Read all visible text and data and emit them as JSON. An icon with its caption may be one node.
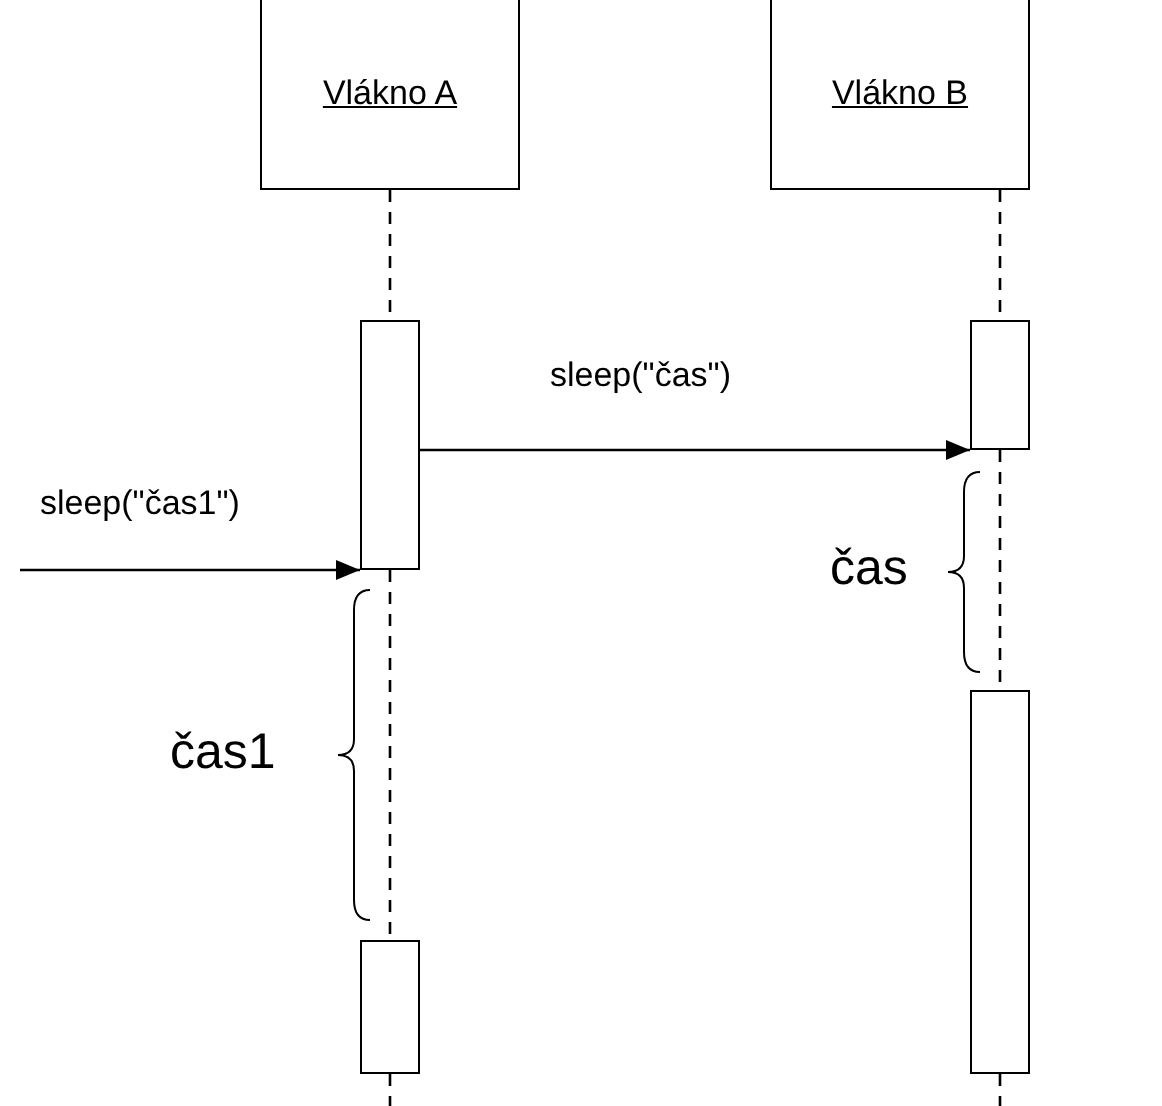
{
  "diagram": {
    "nodes": [
      {
        "text": [
          "Vlákno A"
        ]
      },
      {
        "text": [
          "Vlákno B"
        ]
      },
      {
        "text": [],
        "shape": "bar"
      },
      {
        "text": [],
        "shape": "bar"
      },
      {
        "text": [],
        "shape": "bar"
      },
      {
        "text": [],
        "shape": "bar"
      }
    ],
    "edges": [
      {
        "from": 0,
        "to": 2,
        "arrow": "none",
        "style": "dashed"
      },
      {
        "from": 2,
        "to": 3,
        "arrow": "none",
        "style": "dashed"
      },
      {
        "from": 1,
        "to": 4,
        "arrow": "none",
        "style": "dashed"
      },
      {
        "from": 4,
        "to": 5,
        "arrow": "none",
        "style": "dashed"
      },
      {
        "from": null,
        "to": 2,
        "arrow": "to",
        "label": "sleep(\"čas1\")"
      },
      {
        "from": 2,
        "to": 4,
        "arrow": "to",
        "label": "sleep(\"čas\")"
      }
    ],
    "labels": [
      "čas",
      "čas1"
    ]
  }
}
